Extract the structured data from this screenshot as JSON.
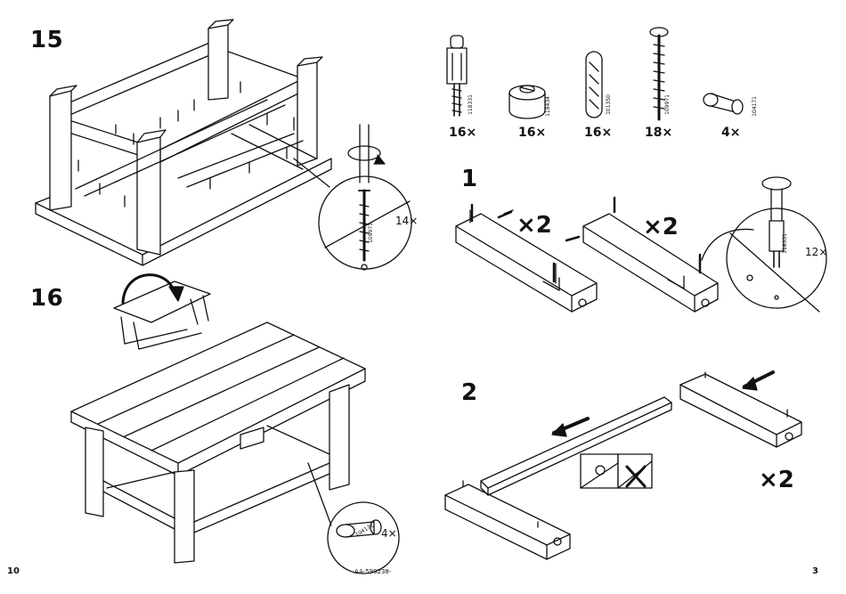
{
  "steps": {
    "s15": "15",
    "s16": "16",
    "s1": "1",
    "s2": "2"
  },
  "hardware": [
    {
      "part": "118331",
      "qty": "16×"
    },
    {
      "part": "118434",
      "qty": "16×"
    },
    {
      "part": "101350",
      "qty": "16×"
    },
    {
      "part": "109971",
      "qty": "18×"
    },
    {
      "part": "104171",
      "qty": "4×"
    }
  ],
  "callouts": {
    "s15_part": "109971",
    "s15_count": "14×",
    "s16_part": "104171",
    "s16_count": "4×",
    "s1_part": "118331",
    "s1_count": "12×",
    "s1_mult_a": "×2",
    "s1_mult_b": "×2",
    "s2_mult": "×2"
  },
  "footer": {
    "page_left": "10",
    "doc_code": "AA-598238-",
    "page_right": "3"
  }
}
